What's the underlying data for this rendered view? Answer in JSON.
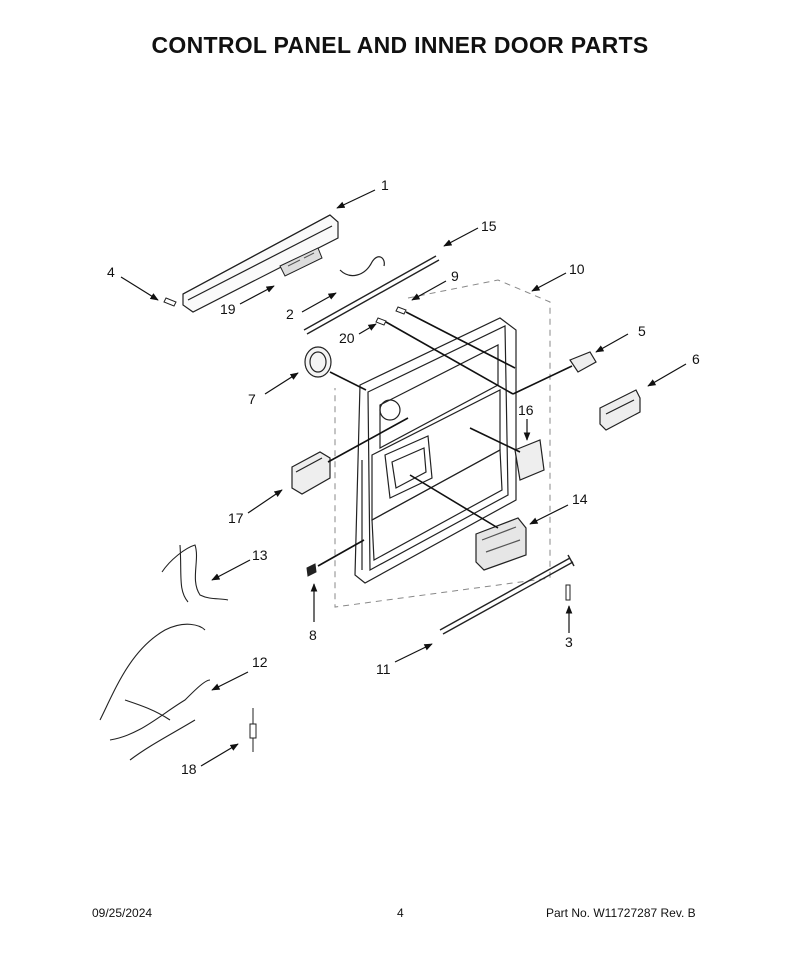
{
  "page": {
    "title": "CONTROL PANEL AND INNER DOOR PARTS"
  },
  "callouts": [
    "1",
    "2",
    "3",
    "4",
    "5",
    "6",
    "7",
    "8",
    "9",
    "10",
    "11",
    "12",
    "13",
    "14",
    "15",
    "16",
    "17",
    "18",
    "19",
    "20"
  ],
  "footer": {
    "date": "09/25/2024",
    "page_number": "4",
    "part_number": "Part No.  W11727287  Rev.  B"
  }
}
